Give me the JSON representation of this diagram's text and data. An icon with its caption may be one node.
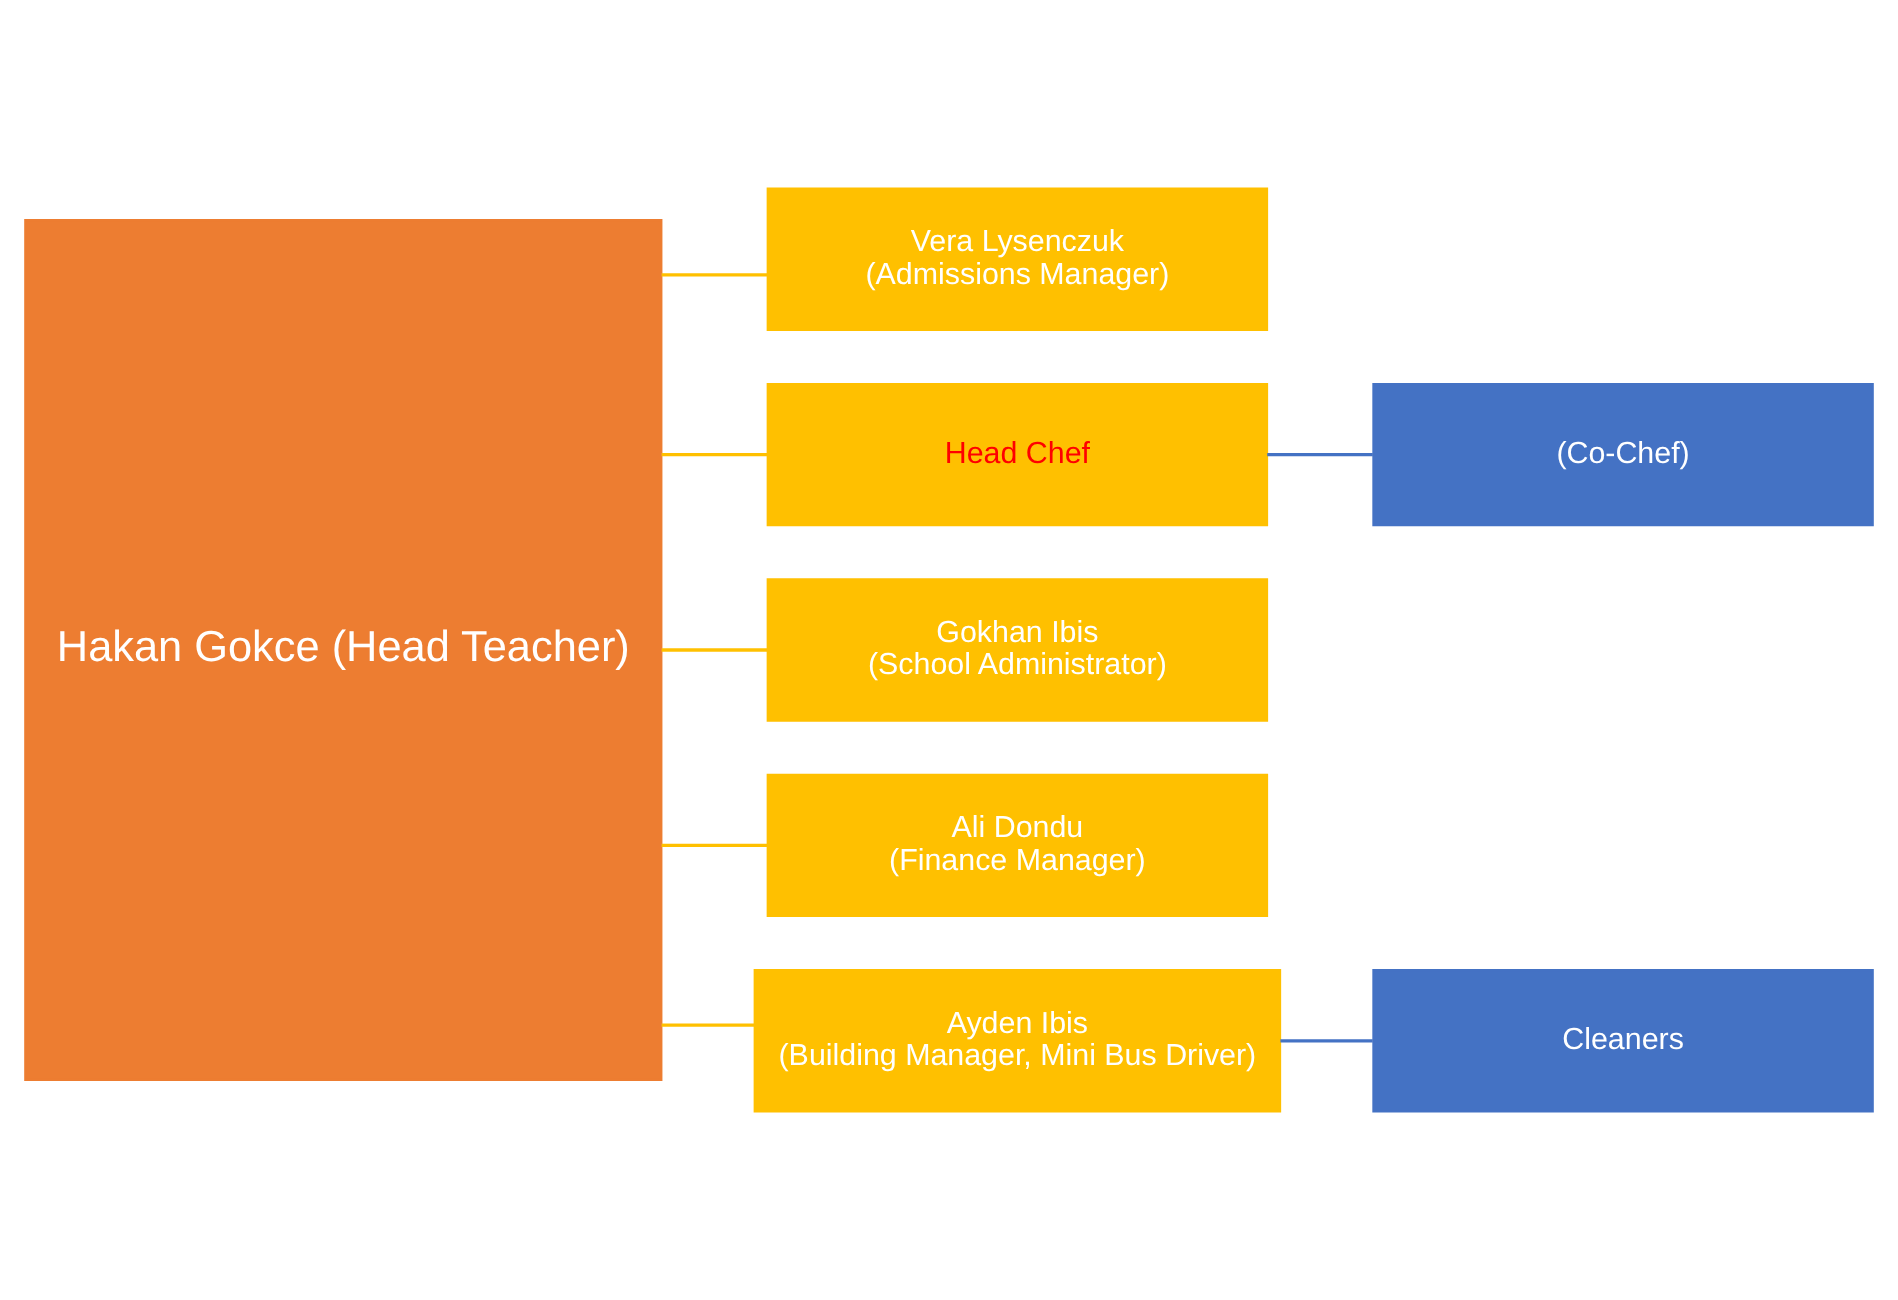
{
  "diagram": {
    "nodes": [
      {
        "text": [
          "Hakan Gokce (Head Teacher)"
        ]
      },
      {
        "text": [
          "Vera Lysenczuk",
          "(Admissions Manager)"
        ]
      },
      {
        "text": [
          "Head Chef"
        ]
      },
      {
        "text": [
          "(Co-Chef)"
        ]
      },
      {
        "text": [
          "Gokhan Ibis",
          "(School Administrator)"
        ]
      },
      {
        "text": [
          "Ali Dondu",
          "(Finance Manager)"
        ]
      },
      {
        "text": [
          "Ayden Ibis",
          "(Building Manager, Mini Bus Driver)"
        ]
      },
      {
        "text": [
          "Cleaners"
        ]
      }
    ],
    "edges": [
      {
        "from": 0,
        "to": 1,
        "arrow": "none"
      },
      {
        "from": 0,
        "to": 2,
        "arrow": "none"
      },
      {
        "from": 0,
        "to": 4,
        "arrow": "none"
      },
      {
        "from": 0,
        "to": 5,
        "arrow": "none"
      },
      {
        "from": 0,
        "to": 6,
        "arrow": "none"
      },
      {
        "from": 2,
        "to": 3,
        "arrow": "none",
        "color": "#4472c4"
      },
      {
        "from": 6,
        "to": 7,
        "arrow": "none",
        "color": "#4472c4"
      }
    ]
  }
}
